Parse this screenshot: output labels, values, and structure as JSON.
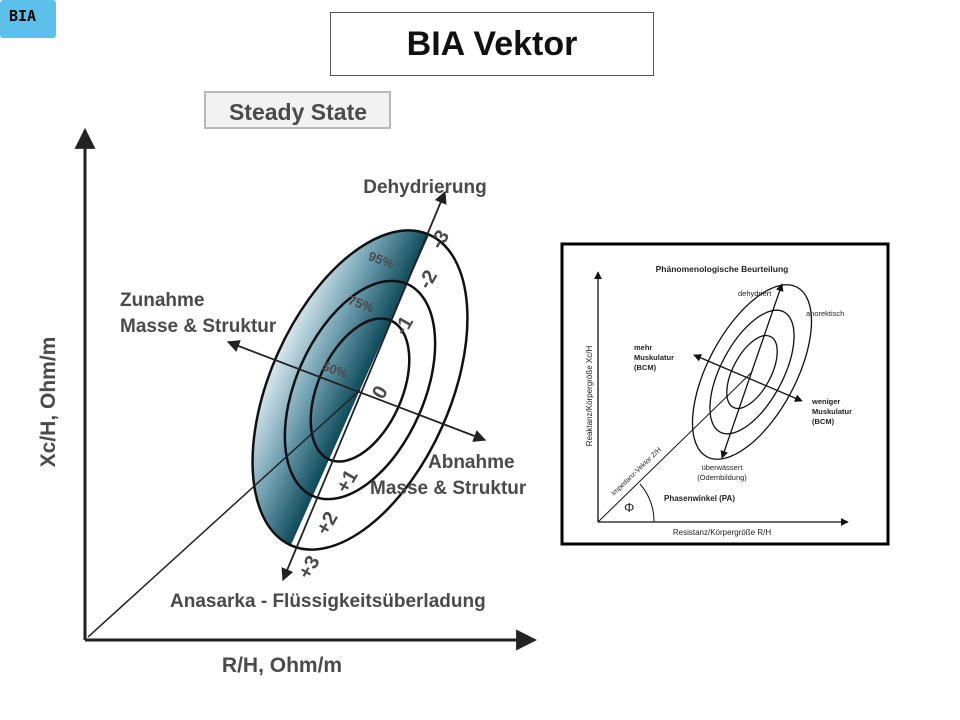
{
  "slide": {
    "tag": "BIA",
    "title": "BIA Vektor"
  },
  "left_diagram": {
    "header": "Steady State",
    "y_axis_label": "Xc/H, Ohm/m",
    "x_axis_label": "R/H, Ohm/m",
    "dehydration": "Dehydrierung",
    "gain_line1": "Zunahme",
    "gain_line2": "Masse & Struktur",
    "loss_line1": "Abnahme",
    "loss_line2": "Masse & Struktur",
    "anasarka": "Anasarka - Flüssigkeitsüberladung",
    "pct_95": "95%",
    "pct_75": "75%",
    "pct_50": "50%",
    "scale": [
      "-3",
      "-2",
      "-1",
      "0",
      "+1",
      "+2",
      "+3"
    ]
  },
  "right_diagram": {
    "title": "Phänomenologische Beurteilung",
    "y_axis_label": "Reaktanz/Körpergröße Xc/H",
    "x_axis_label": "Resistanz/Körpergröße R/H",
    "dehydrated": "dehydriert",
    "anorectic": "anorektisch",
    "more_muscle": [
      "mehr",
      "Muskulatur",
      "(BCM)"
    ],
    "less_muscle": [
      "weniger",
      "Muskulatur",
      "(BCM)"
    ],
    "overhydrated": [
      "überwässert",
      "(Ödembildung)"
    ],
    "vector_label": "Impedanz-Vektor Z/H",
    "phase_angle": "Phasenwinkel (PA)",
    "phi": "Φ"
  }
}
